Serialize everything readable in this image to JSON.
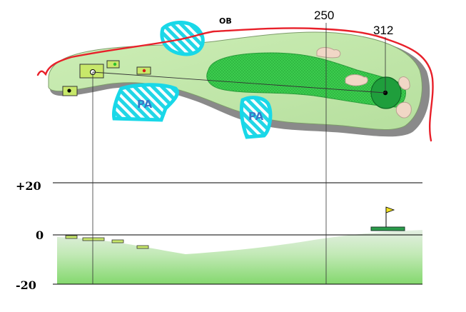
{
  "hole": {
    "ob_label": "OB",
    "marker_250": "250",
    "marker_312": "312",
    "penalty_left": "PA",
    "penalty_right": "PA"
  },
  "elevation": {
    "top_label": "+20",
    "zero_label": "0",
    "bottom_label": "-20"
  },
  "colors": {
    "ob_line": "#e8202a",
    "penalty_area": "#18d8e8",
    "fairway": "#33c84a",
    "rough": "#bfe6a6",
    "green": "#1f9e3c",
    "bunker": "#f0d8c8",
    "profile_fill": "#9ee08a"
  }
}
